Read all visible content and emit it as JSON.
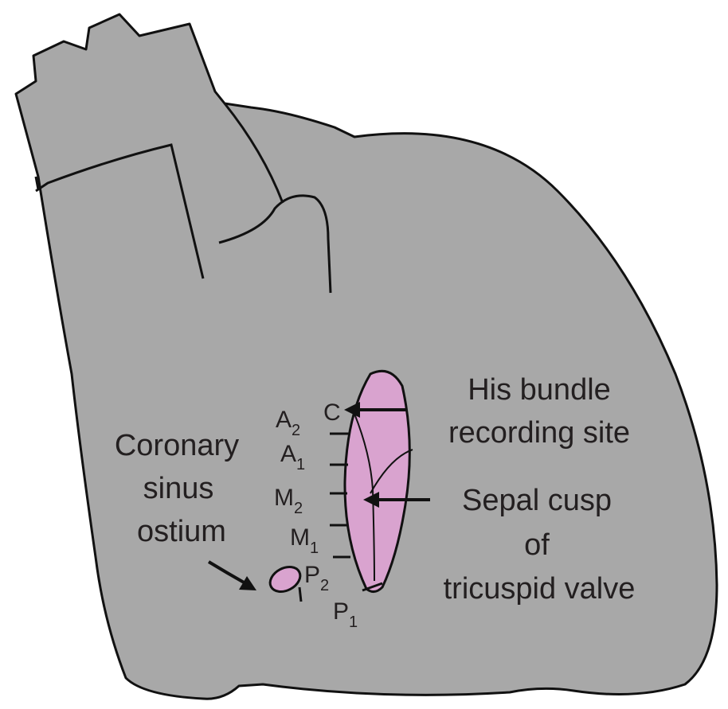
{
  "colors": {
    "heart_fill": "#a8a8a8",
    "valve_fill": "#d9a3cf",
    "outline": "#111111",
    "text": "#231f20"
  },
  "labels": {
    "his_bundle": [
      "His bundle",
      "recording site"
    ],
    "coronary_sinus": [
      "Coronary",
      "sinus",
      "ostium"
    ],
    "septal_cusp": [
      "Sepal cusp",
      "of",
      "tricuspid valve"
    ]
  },
  "segments": [
    {
      "main": "A",
      "sub": "2"
    },
    {
      "main": "A",
      "sub": "1"
    },
    {
      "main": "M",
      "sub": "2"
    },
    {
      "main": "M",
      "sub": "1"
    },
    {
      "main": "P",
      "sub": "2"
    },
    {
      "main": "P",
      "sub": "1"
    }
  ],
  "his_marker": "C"
}
